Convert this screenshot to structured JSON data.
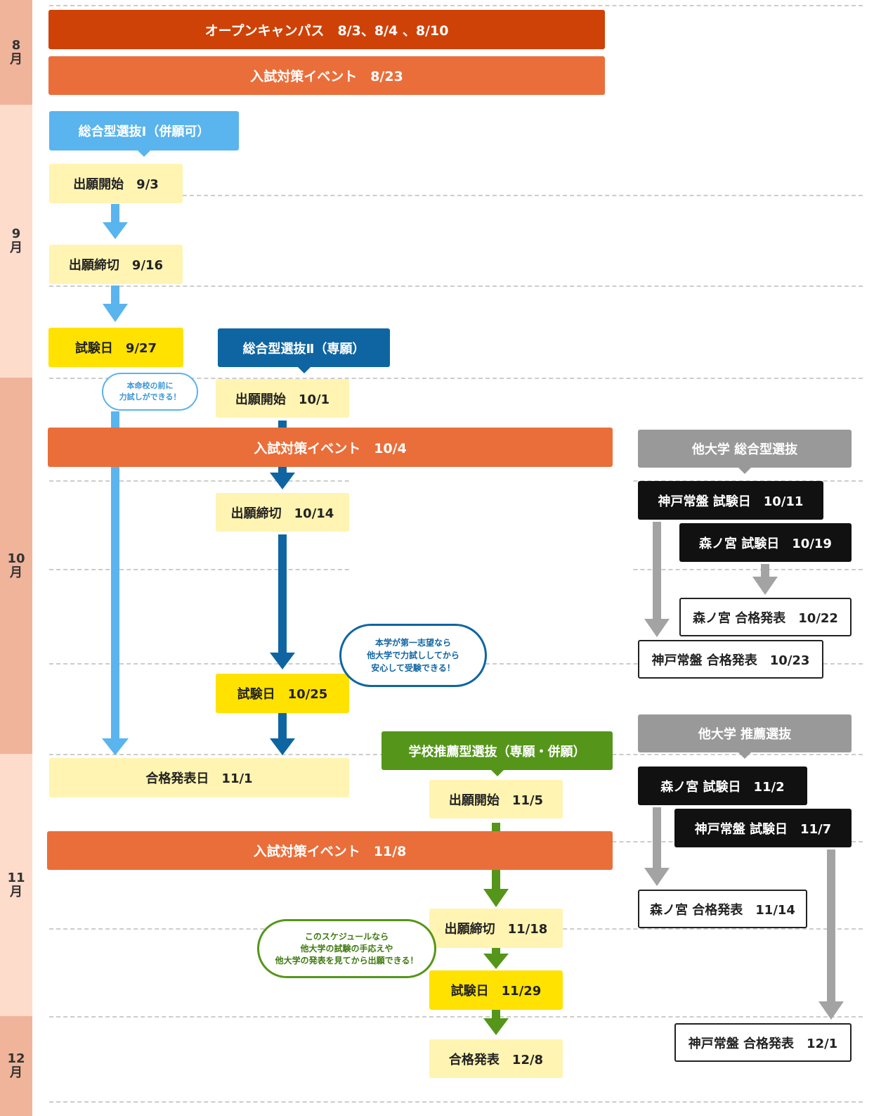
{
  "months": [
    "8\n月",
    "9\n月",
    "10\n月",
    "11\n月",
    "12\n月"
  ],
  "events": {
    "open_campus": "オープンキャンパス　8/3、8/4 、8/10",
    "prep_aug": "入試対策イベント　8/23",
    "prep_oct": "入試対策イベント　10/4",
    "prep_nov": "入試対策イベント　11/8"
  },
  "sogo1": {
    "header": "総合型選抜Ⅰ（併願可）",
    "apply_start": "出願開始　9/3",
    "apply_end": "出願締切　9/16",
    "exam": "試験日　9/27",
    "result": "合格発表日　11/1",
    "bubble": "本命校の前に\n力試しができる！"
  },
  "sogo2": {
    "header": "総合型選抜Ⅱ（専願）",
    "apply_start": "出願開始　10/1",
    "apply_end": "出願締切　10/14",
    "exam": "試験日　10/25",
    "bubble": "本学が第一志望なら\n他大学で力試ししてから\n安心して受験できる！"
  },
  "school_rec": {
    "header": "学校推薦型選抜（専願・併願）",
    "apply_start": "出願開始　11/5",
    "apply_end": "出願締切　11/18",
    "exam": "試験日　11/29",
    "result": "合格発表　12/8",
    "bubble": "このスケジュールなら\n他大学の試験の手応えや\n他大学の発表を見てから出願できる！"
  },
  "other_sogo": {
    "header": "他大学 総合型選抜",
    "kobe_exam": "神戸常盤 試験日　10/11",
    "morinomiya_exam": "森ノ宮 試験日　10/19",
    "morinomiya_result": "森ノ宮 合格発表　10/22",
    "kobe_result": "神戸常盤 合格発表　10/23"
  },
  "other_rec": {
    "header": "他大学 推薦選抜",
    "morinomiya_exam": "森ノ宮 試験日　11/2",
    "kobe_exam": "神戸常盤 試験日　11/7",
    "morinomiya_result": "森ノ宮 合格発表　11/14",
    "kobe_result": "神戸常盤 合格発表　12/1"
  },
  "colors": {
    "open_campus": "#cf4207",
    "prep_event": "#ea6e3a",
    "sogo1": "#5ab4ed",
    "sogo2": "#0f65a2",
    "school_rec": "#55961a",
    "other": "#999999",
    "pale_box": "#fff4b1",
    "exam_box": "#ffe200"
  }
}
